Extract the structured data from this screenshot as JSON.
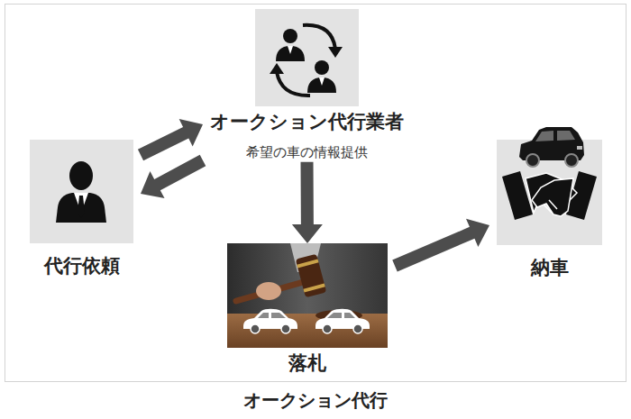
{
  "diagram": {
    "caption": "オークション代行",
    "nodes": [
      {
        "text": [
          "代行依頼"
        ]
      },
      {
        "text": [
          "オークション代行業者",
          "希望の車の情報提供"
        ]
      },
      {
        "text": [
          "落札"
        ]
      },
      {
        "text": [
          "納車"
        ]
      }
    ],
    "edges": [
      {
        "from": 0,
        "to": 1,
        "arrow": "to"
      },
      {
        "from": 1,
        "to": 0,
        "arrow": "to"
      },
      {
        "from": 1,
        "to": 2,
        "arrow": "to"
      },
      {
        "from": 2,
        "to": 3,
        "arrow": "to"
      }
    ]
  }
}
